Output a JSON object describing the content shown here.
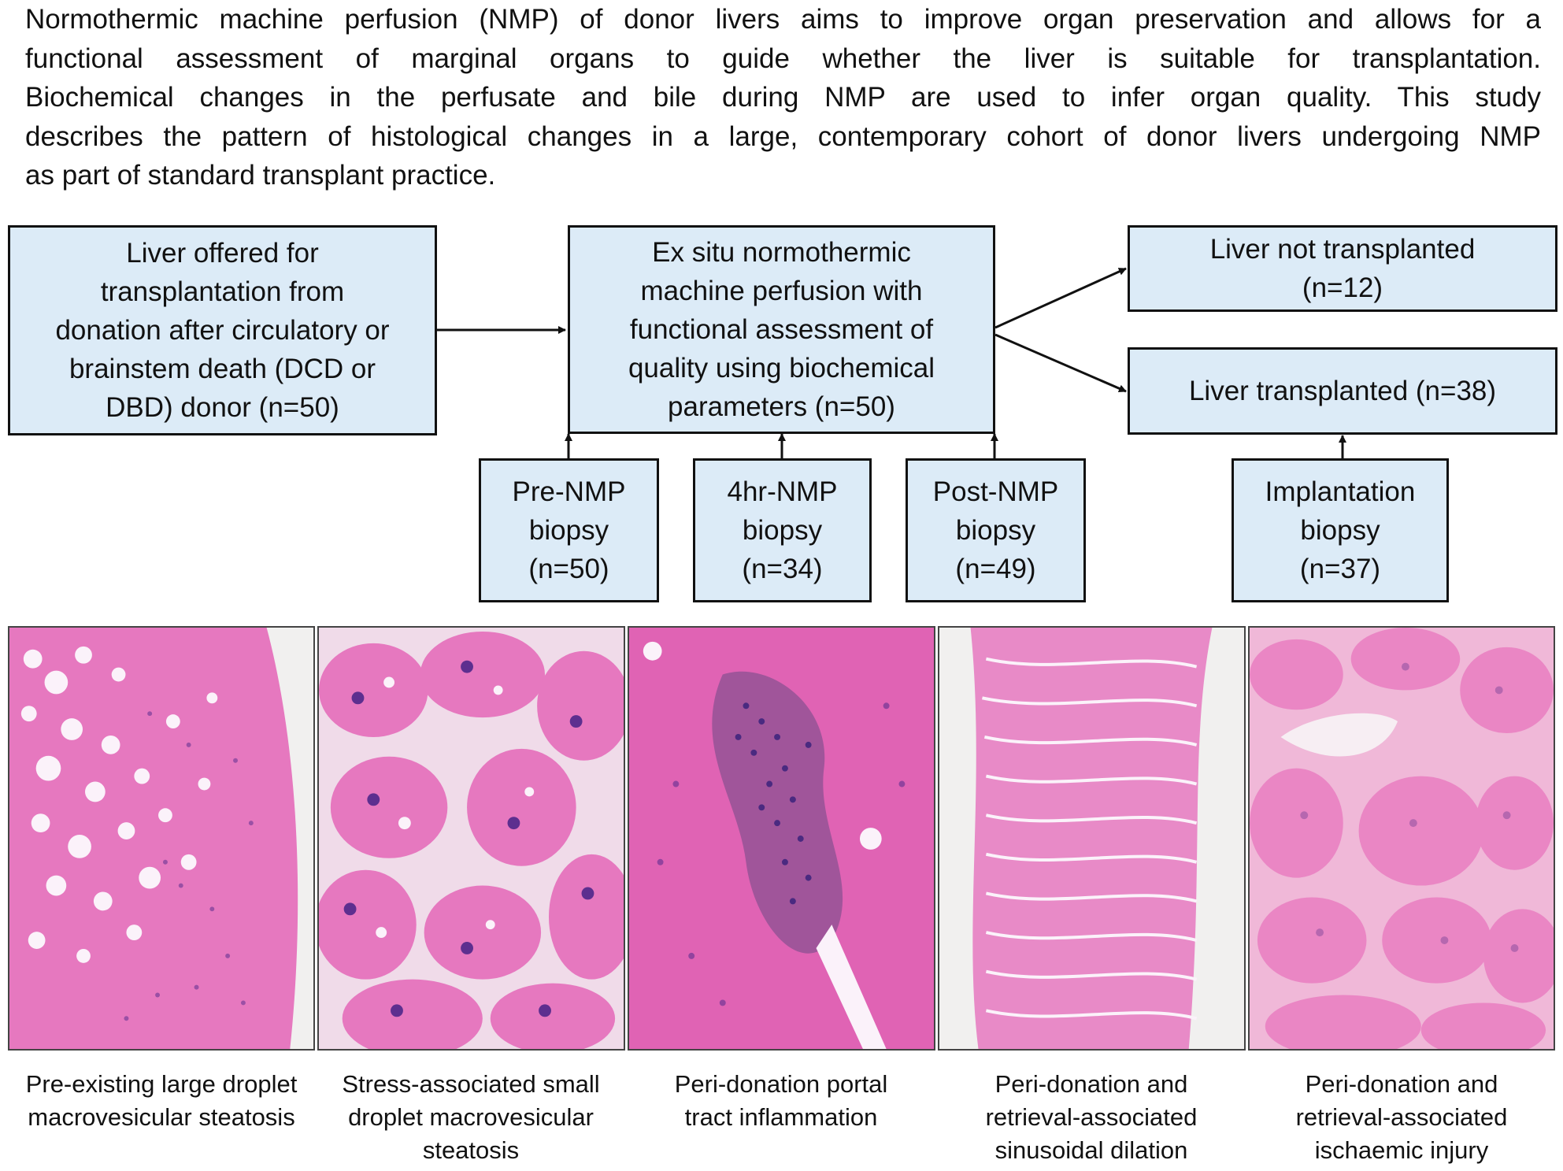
{
  "abstract": {
    "lines": [
      "Normothermic machine perfusion (NMP) of donor livers aims to improve organ preservation and allows  for a",
      "functional assessment of marginal organs to guide whether the liver is suitable for transplantation.",
      "Biochemical changes in the perfusate and bile during NMP are used to infer organ quality. This study",
      "describes the pattern of histological changes in a large, contemporary cohort of donor livers undergoing NMP",
      "as part of standard transplant practice."
    ]
  },
  "flowchart": {
    "donor_box": [
      "Liver offered for",
      "transplantation from",
      "donation after circulatory or",
      "brainstem death (DCD or",
      "DBD) donor (n=50)"
    ],
    "nmp_box": [
      "Ex situ normothermic",
      "machine perfusion with",
      "functional assessment of",
      "quality using biochemical",
      "parameters (n=50)"
    ],
    "not_transplanted_box": [
      "Liver not transplanted",
      "(n=12)"
    ],
    "transplanted_box": [
      "Liver transplanted (n=38)"
    ],
    "biopsies": [
      [
        "Pre-NMP",
        "biopsy",
        "(n=50)"
      ],
      [
        "4hr-NMP",
        "biopsy",
        "(n=34)"
      ],
      [
        "Post-NMP",
        "biopsy",
        "(n=49)"
      ],
      [
        "Implantation",
        "biopsy",
        "(n=37)"
      ]
    ]
  },
  "histology": {
    "colors": {
      "tissue": "#e678bf",
      "nuclei": "#5d2f8f",
      "background": "#f1f0ef",
      "vacuole": "#fbf2fa"
    },
    "captions": [
      [
        "Pre-existing large droplet",
        "macrovesicular steatosis"
      ],
      [
        "Stress-associated small",
        "droplet macrovesicular",
        "steatosis"
      ],
      [
        "Peri-donation portal",
        "tract inflammation"
      ],
      [
        "Peri-donation and",
        "retrieval-associated",
        "sinusoidal dilation"
      ],
      [
        "Peri-donation and",
        "retrieval-associated",
        "ischaemic injury"
      ]
    ]
  }
}
